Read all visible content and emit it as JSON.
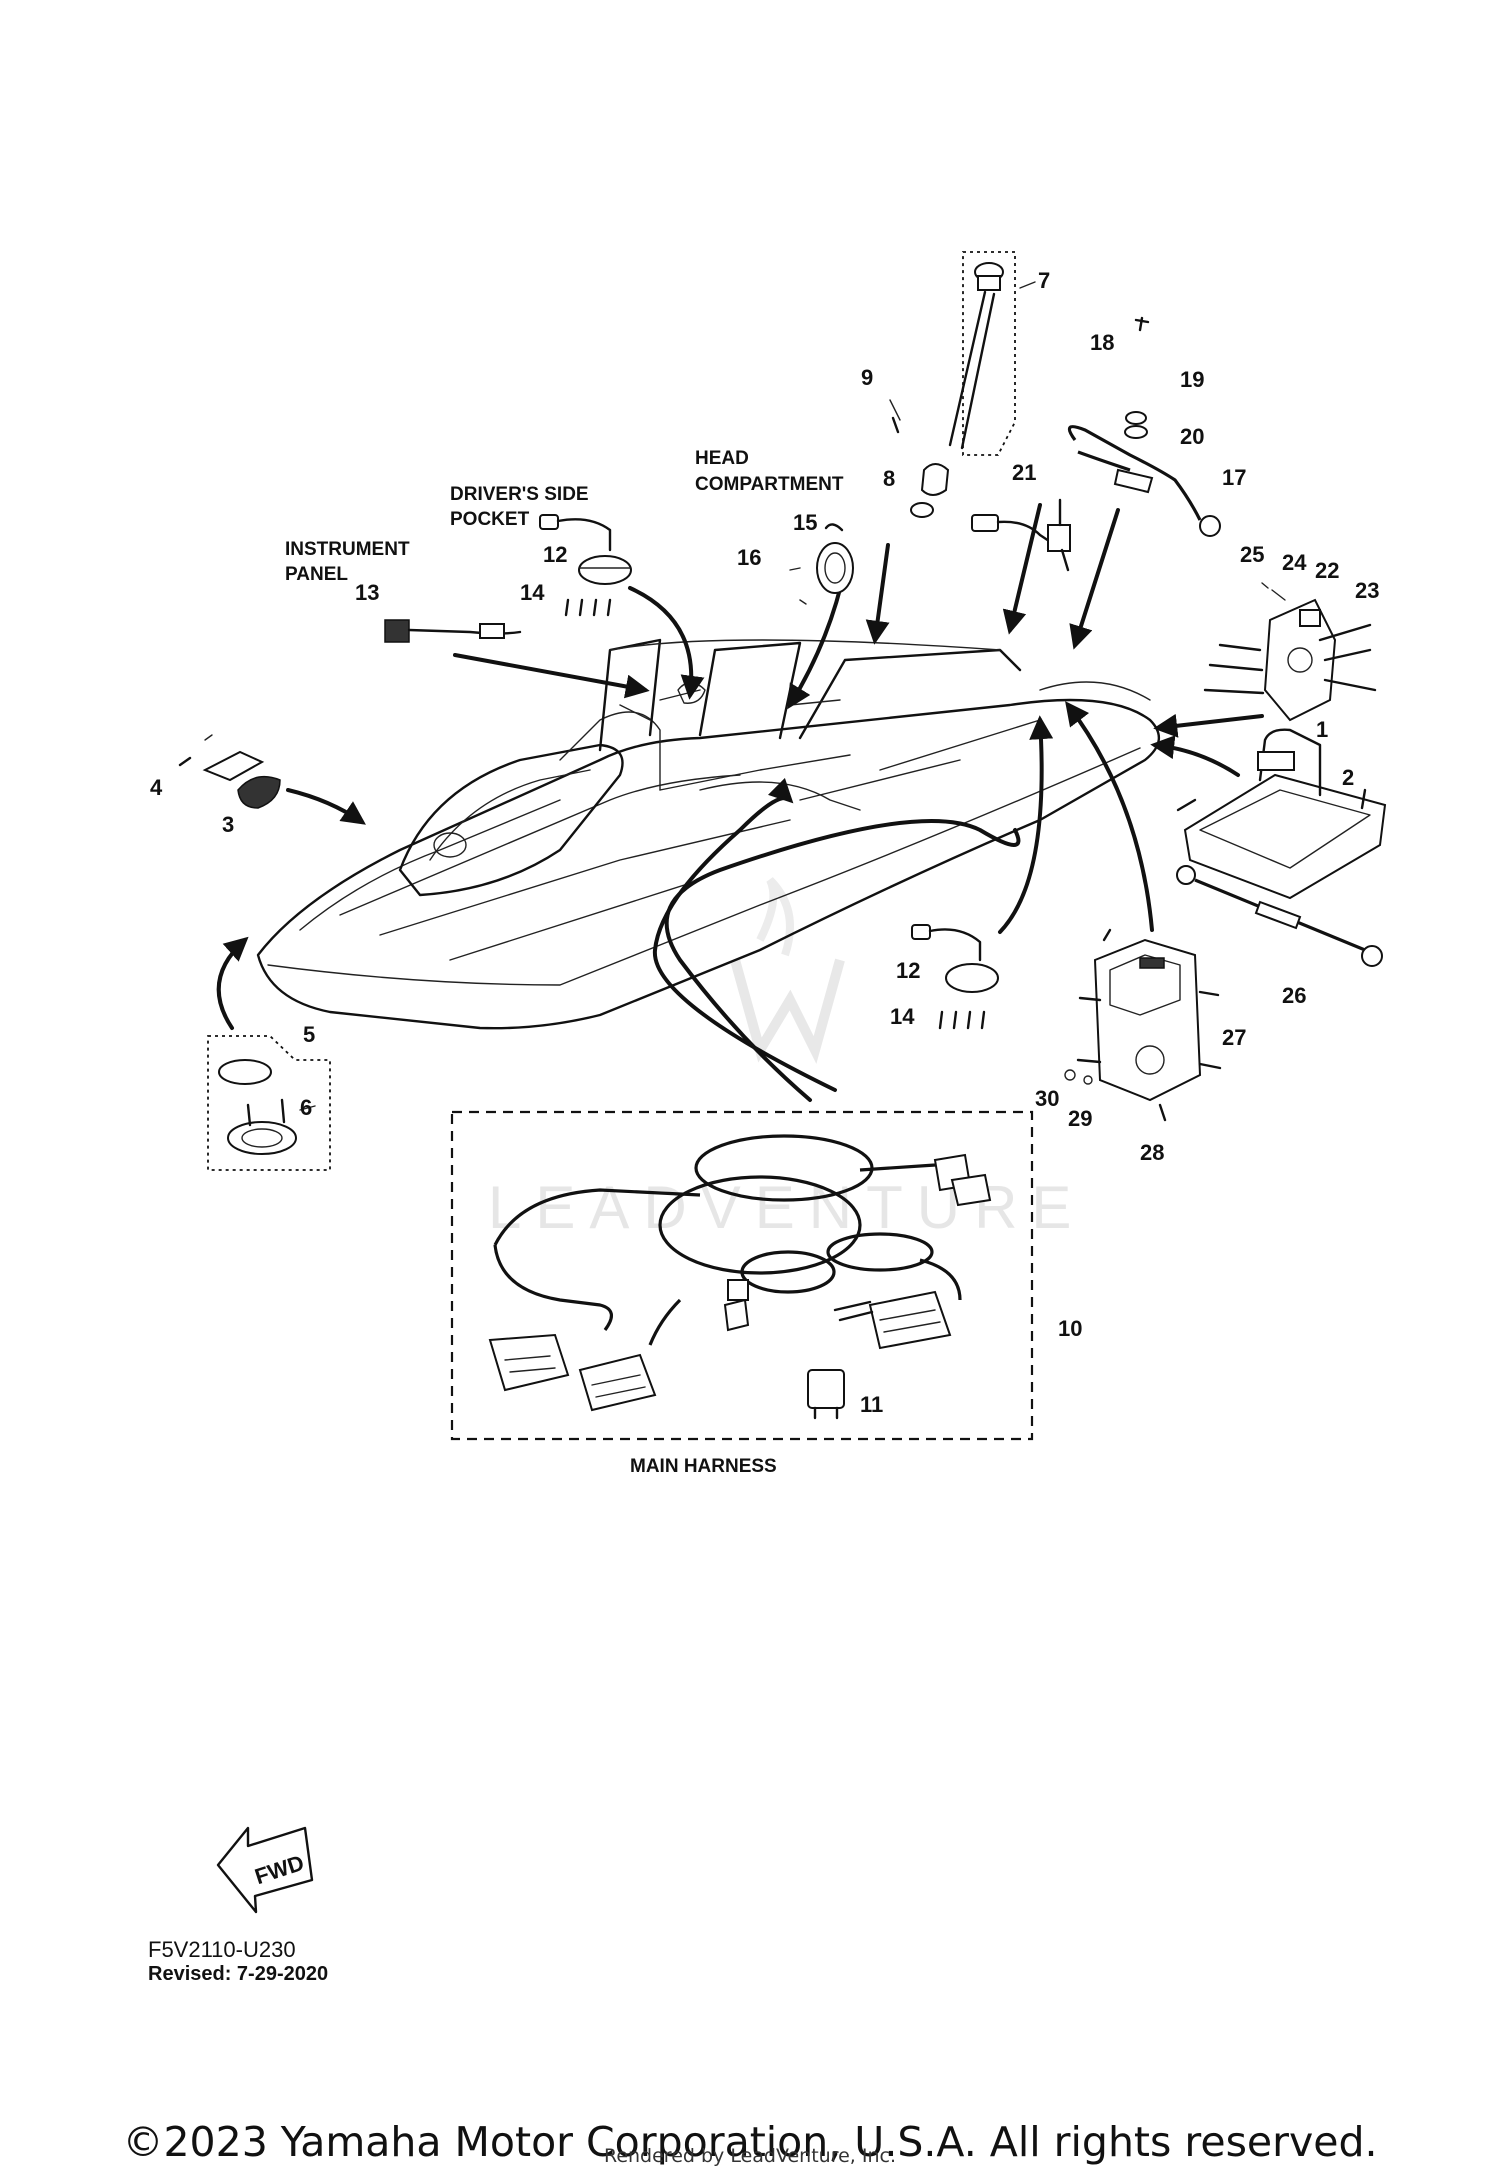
{
  "area_labels": {
    "instrument_panel_1": "INSTRUMENT",
    "instrument_panel_2": "PANEL",
    "drivers_pocket_1": "DRIVER'S SIDE",
    "drivers_pocket_2": "POCKET",
    "head_compartment_1": "HEAD",
    "head_compartment_2": "COMPARTMENT",
    "main_harness": "MAIN HARNESS"
  },
  "callouts": {
    "n1": "1",
    "n2": "2",
    "n3": "3",
    "n4": "4",
    "n5": "5",
    "n6": "6",
    "n7": "7",
    "n8": "8",
    "n9": "9",
    "n10": "10",
    "n11": "11",
    "n12a": "12",
    "n12b": "12",
    "n13": "13",
    "n14a": "14",
    "n14b": "14",
    "n15": "15",
    "n16": "16",
    "n17": "17",
    "n18": "18",
    "n19": "19",
    "n20": "20",
    "n21": "21",
    "n22": "22",
    "n23": "23",
    "n24": "24",
    "n25": "25",
    "n26": "26",
    "n27": "27",
    "n28": "28",
    "n29": "29",
    "n30": "30"
  },
  "fwd_label": "FWD",
  "watermark": "LEADVENTURE",
  "diagram_code": "F5V2110-U230",
  "revised": "Revised: 7-29-2020",
  "copyright": "©2023 Yamaha Motor Corporation, U.S.A. All rights reserved.",
  "rendered_by": "Rendered by LeadVenture, Inc."
}
